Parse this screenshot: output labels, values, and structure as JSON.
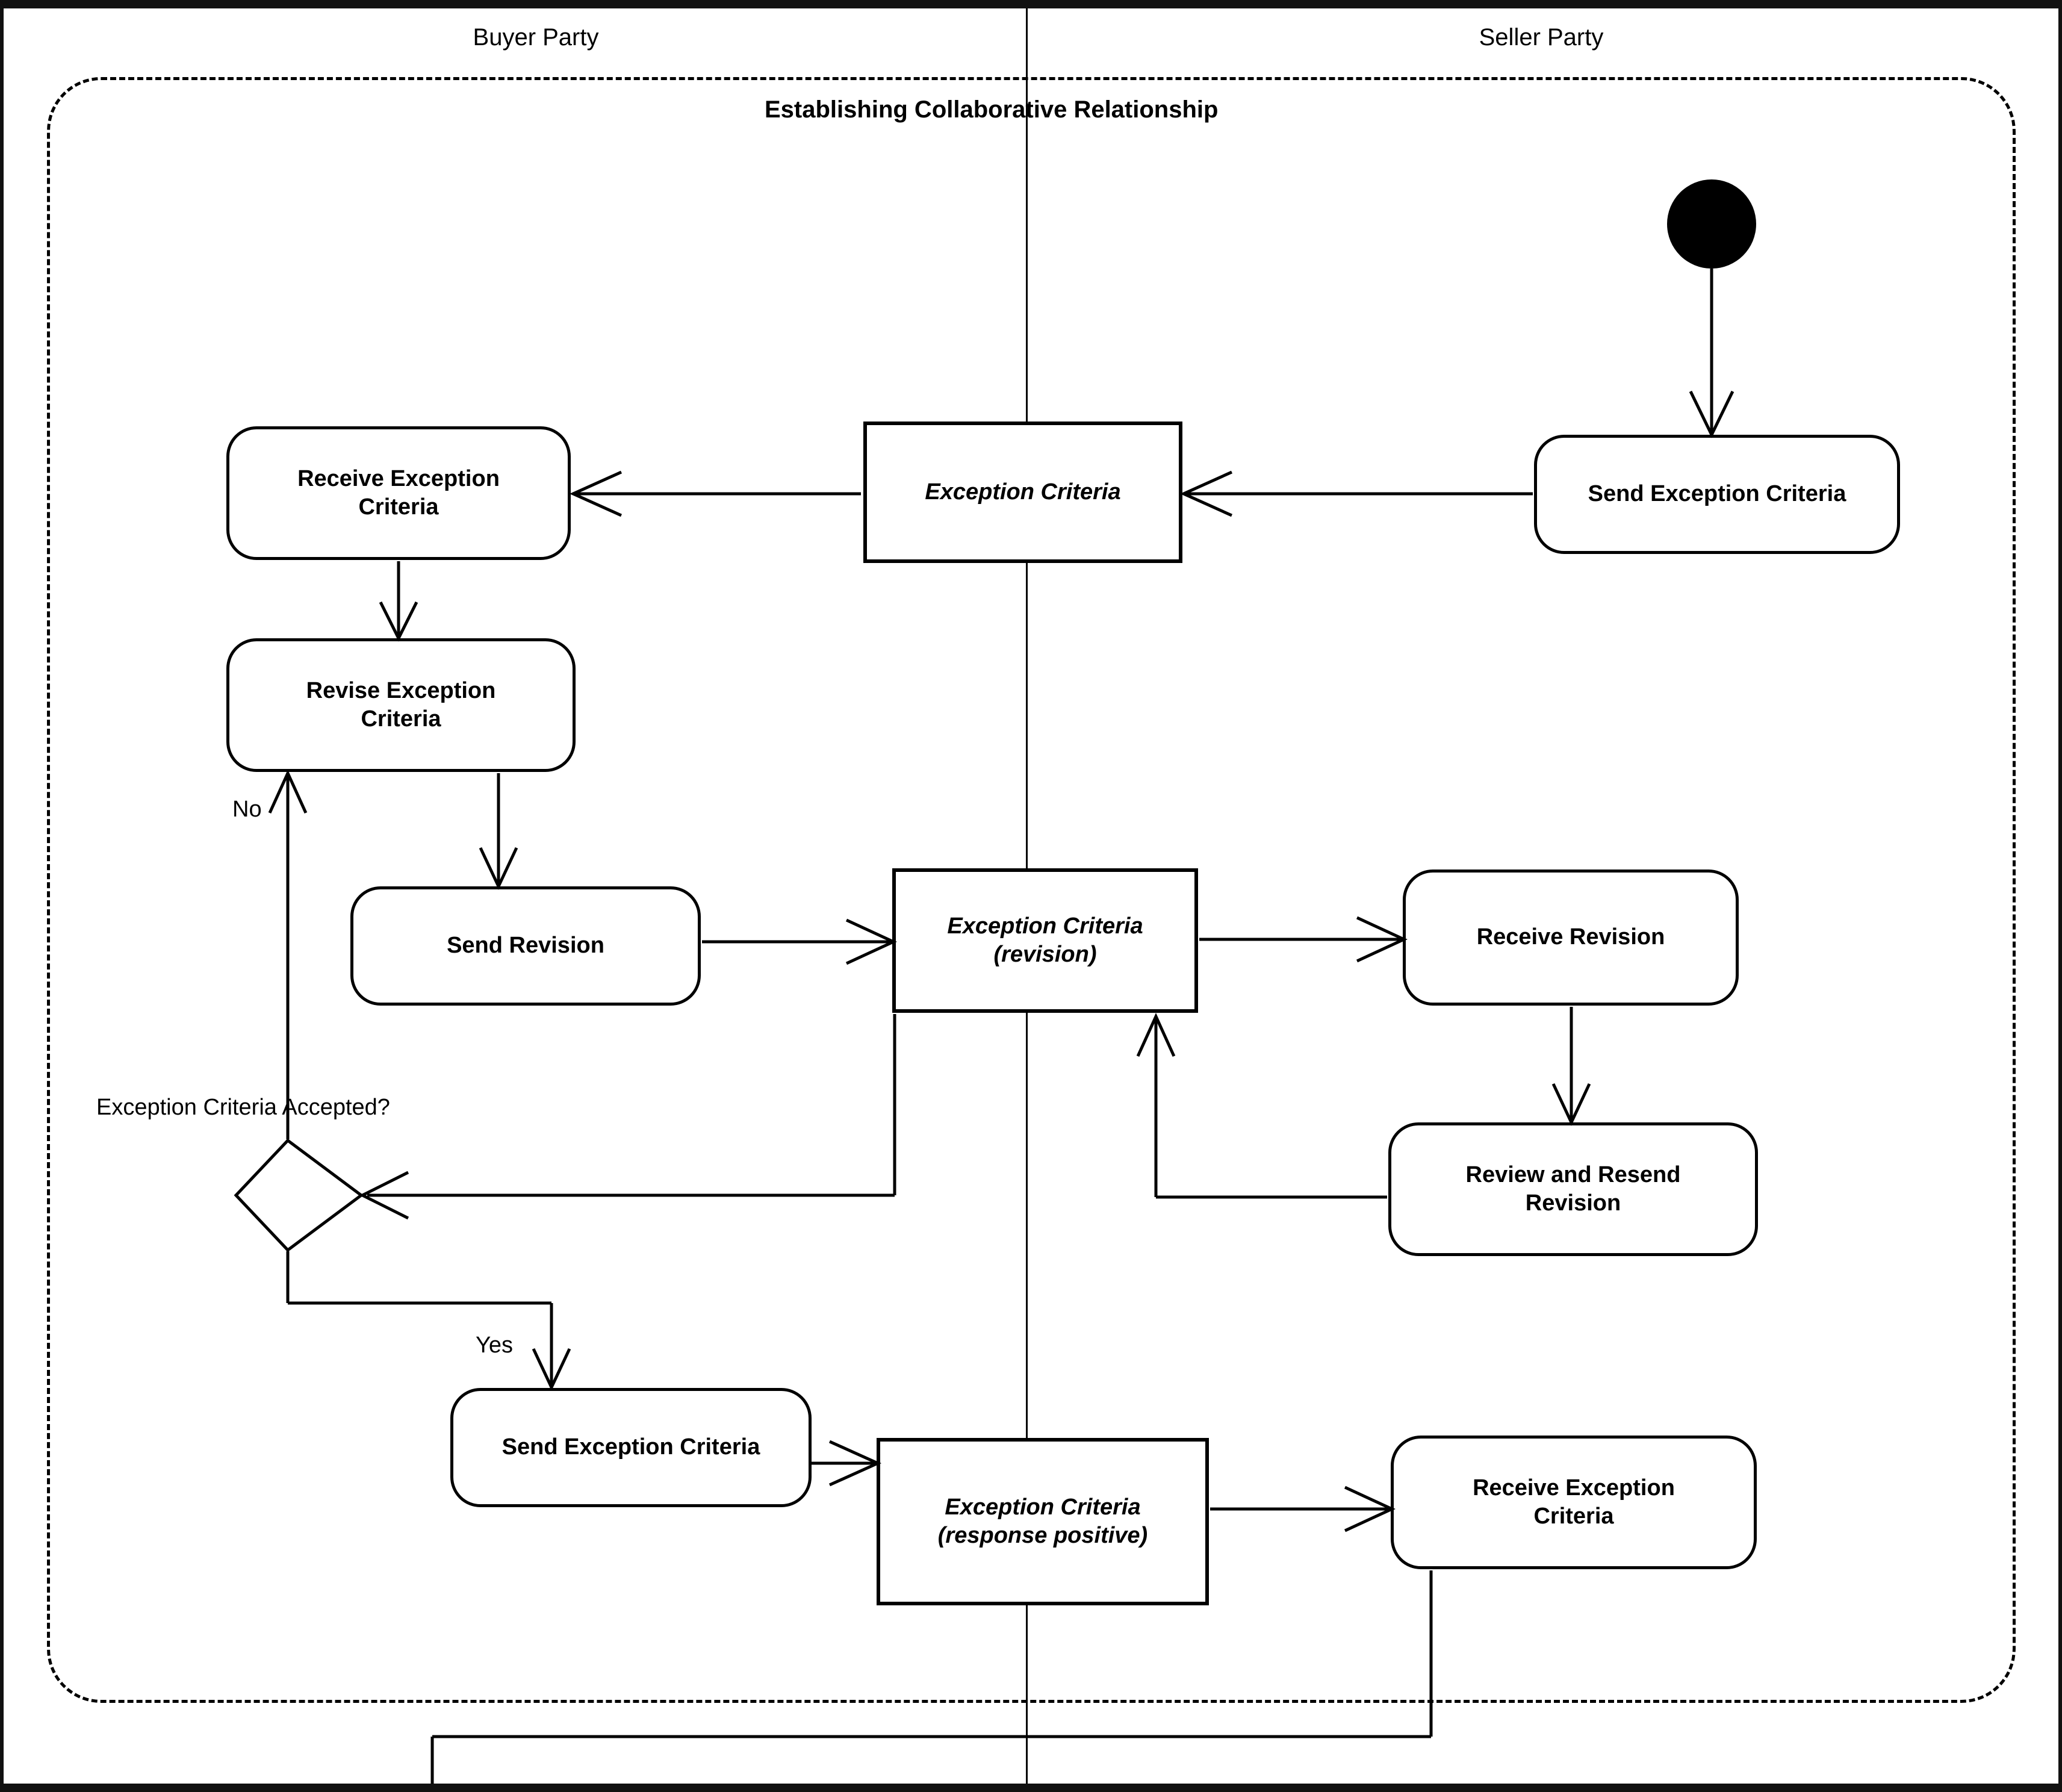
{
  "diagram": {
    "type": "uml-activity-diagram",
    "frame_title": "Establishing Collaborative Relationship",
    "lanes": [
      {
        "id": "buyer",
        "label": "Buyer Party"
      },
      {
        "id": "seller",
        "label": "Seller Party"
      }
    ],
    "nodes": {
      "initial": {
        "kind": "initial-node",
        "lane": "seller"
      },
      "send_exception_criteria_top": {
        "kind": "action",
        "lane": "seller",
        "label": "Send Exception Criteria"
      },
      "exception_criteria_obj": {
        "kind": "object-node",
        "lane": "boundary",
        "label": "Exception Criteria"
      },
      "receive_exception_criteria_top": {
        "kind": "action",
        "lane": "buyer",
        "label": "Receive Exception\nCriteria",
        "line1": "Receive Exception",
        "line2": "Criteria"
      },
      "revise_exception_criteria": {
        "kind": "action",
        "lane": "buyer",
        "label": "Revise Exception\nCriteria",
        "line1": "Revise Exception",
        "line2": "Criteria"
      },
      "send_revision": {
        "kind": "action",
        "lane": "buyer",
        "label": "Send Revision"
      },
      "exception_criteria_revision_obj": {
        "kind": "object-node",
        "lane": "boundary",
        "line1": "Exception Criteria",
        "line2": "(revision)"
      },
      "receive_revision": {
        "kind": "action",
        "lane": "seller",
        "label": "Receive Revision"
      },
      "review_and_resend_revision": {
        "kind": "action",
        "lane": "seller",
        "line1": "Review and Resend",
        "line2": "Revision"
      },
      "decision": {
        "kind": "decision",
        "lane": "buyer",
        "label": "Exception Criteria Accepted?"
      },
      "send_exception_criteria_bottom": {
        "kind": "action",
        "lane": "buyer",
        "label": "Send Exception Criteria"
      },
      "exception_criteria_response_obj": {
        "kind": "object-node",
        "lane": "boundary",
        "line1": "Exception Criteria",
        "line2": "(response positive)"
      },
      "receive_exception_criteria_bottom": {
        "kind": "action",
        "lane": "seller",
        "line1": "Receive Exception",
        "line2": "Criteria"
      }
    },
    "edge_labels": {
      "no": "No",
      "yes": "Yes"
    },
    "colors": {
      "stroke": "#000000",
      "fill": "#ffffff",
      "frame": "#111111"
    }
  }
}
